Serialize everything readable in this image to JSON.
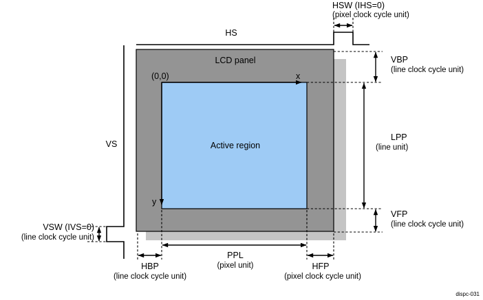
{
  "figure": {
    "id_watermark": "dispc-031",
    "colors": {
      "panel_fill": "#949494",
      "panel_shadow": "#c4c4c4",
      "active_fill": "#9ecbf5",
      "line": "#000000",
      "background": "#ffffff"
    }
  },
  "panel": {
    "title": "LCD panel",
    "origin_label": "(0,0)",
    "x_axis_label": "x",
    "y_axis_label": "y",
    "active_region_label": "Active region"
  },
  "signals": {
    "hs": {
      "label": "HS"
    },
    "vs": {
      "label": "VS"
    }
  },
  "dimensions": {
    "hsw": {
      "name": "HSW (IHS=0)",
      "unit": "(pixel clock cycle unit)"
    },
    "vsw": {
      "name": "VSW (IVS=0)",
      "unit": "(line clock cycle unit)"
    },
    "vbp": {
      "name": "VBP",
      "unit": "(line clock cycle unit)"
    },
    "vfp": {
      "name": "VFP",
      "unit": "(line clock cycle unit)"
    },
    "lpp": {
      "name": "LPP",
      "unit": "(line unit)"
    },
    "ppl": {
      "name": "PPL",
      "unit": "(pixel unit)"
    },
    "hbp": {
      "name": "HBP",
      "unit": "(line clock cycle unit)"
    },
    "hfp": {
      "name": "HFP",
      "unit": "(pixel clock cycle unit)"
    }
  }
}
